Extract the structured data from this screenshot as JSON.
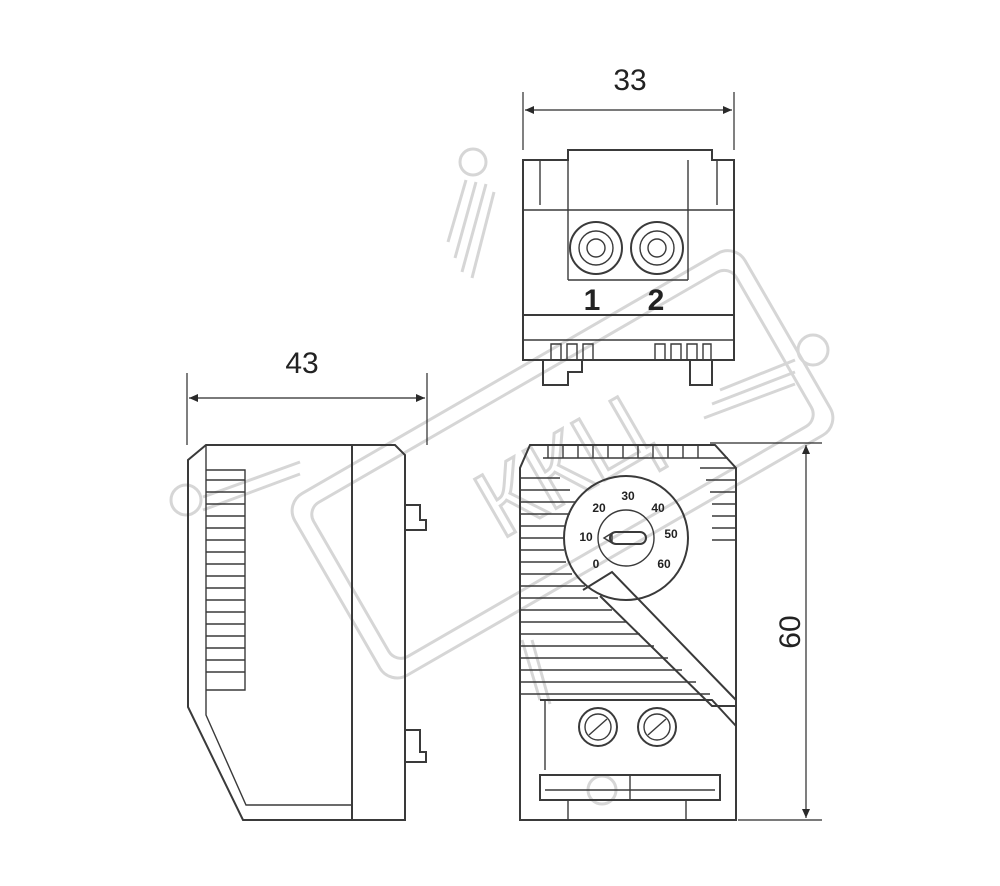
{
  "dimensions": {
    "width_top": "33",
    "depth_side": "43",
    "height_front": "60"
  },
  "terminals": {
    "top_left": "1",
    "top_right": "2"
  },
  "dial": {
    "scale": [
      "0",
      "10",
      "20",
      "30",
      "40",
      "50",
      "60"
    ]
  },
  "watermark": {
    "text": "ККЦ"
  },
  "colors": {
    "line": "#3a3a3a",
    "watermark": "#d6d6d6",
    "background": "#ffffff"
  }
}
